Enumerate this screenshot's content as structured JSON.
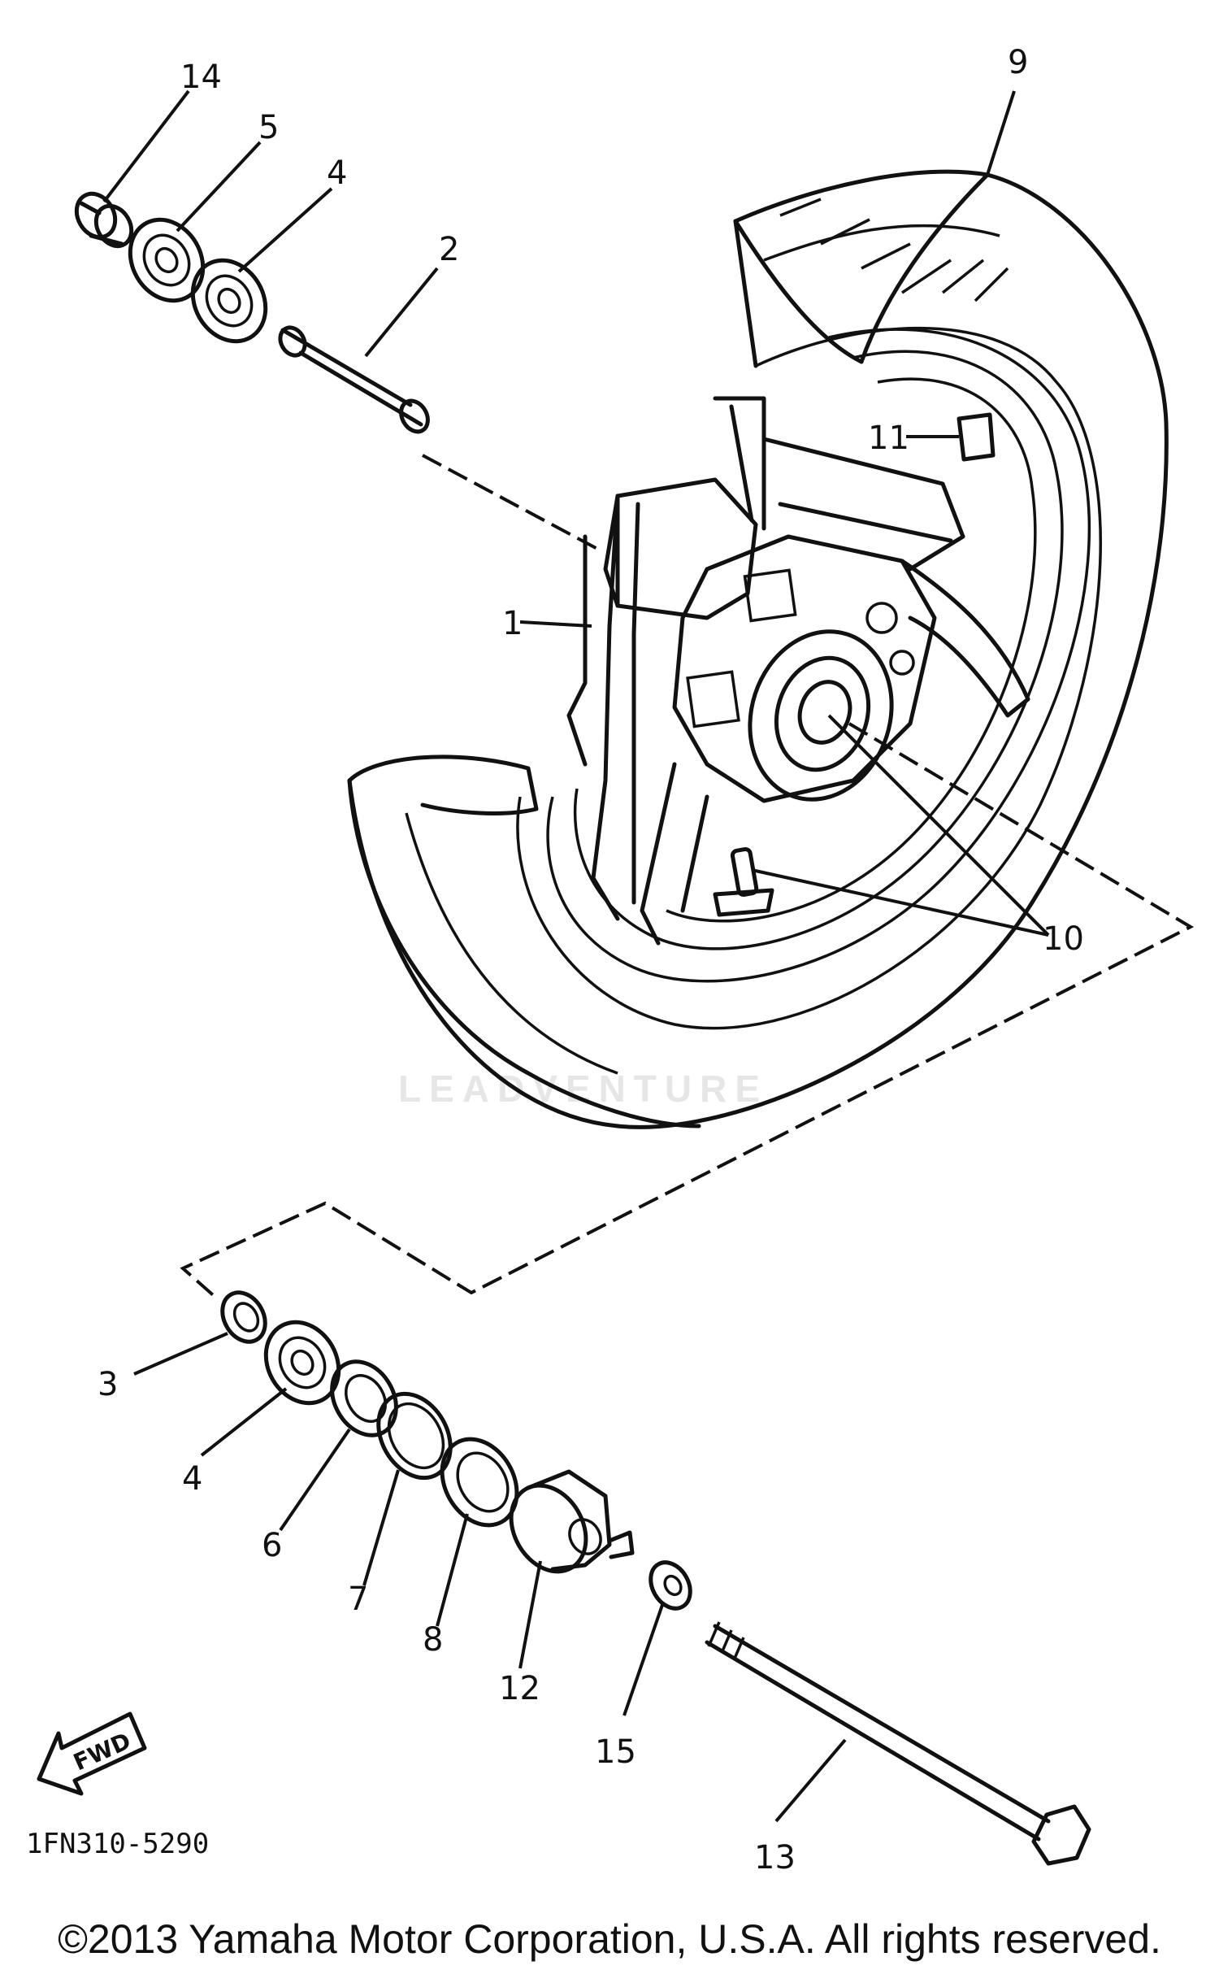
{
  "diagram": {
    "callouts": [
      "14",
      "5",
      "4",
      "2",
      "9",
      "11",
      "1",
      "10",
      "3",
      "4",
      "6",
      "7",
      "8",
      "12",
      "15",
      "13"
    ],
    "watermark": "LEADVENTURE",
    "fwd_label": "FWD",
    "code": "1FN310-5290"
  },
  "footer": {
    "copyright": "©2013 Yamaha Motor Corporation, U.S.A. All rights reserved."
  }
}
